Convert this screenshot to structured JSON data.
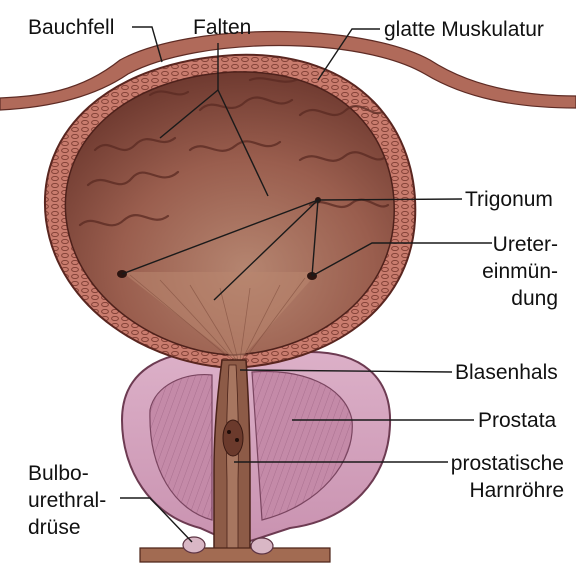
{
  "labels": {
    "bauchfell": "Bauchfell",
    "falten": "Falten",
    "muskulatur": "glatte Muskulatur",
    "trigonum": "Trigonum",
    "ureter_1": "Ureter-",
    "ureter_2": "einmün-",
    "ureter_3": "dung",
    "blasenhals": "Blasenhals",
    "prostata": "Prostata",
    "harnroehre_1": "prostatische",
    "harnroehre_2": "Harnröhre",
    "bulbo_1": "Bulbo-",
    "bulbo_2": "urethral-",
    "bulbo_3": "drüse"
  },
  "colors": {
    "outer_wall": "#b8675c",
    "wall_cells": "#8e4a3f",
    "bladder_interior": "#8a4e42",
    "bladder_light": "#b07c6a",
    "prostate_outer": "#d7a6c1",
    "prostate_inner": "#c48aa8",
    "urethra": "#8d5b47",
    "leader_line": "#1a1a1a"
  }
}
